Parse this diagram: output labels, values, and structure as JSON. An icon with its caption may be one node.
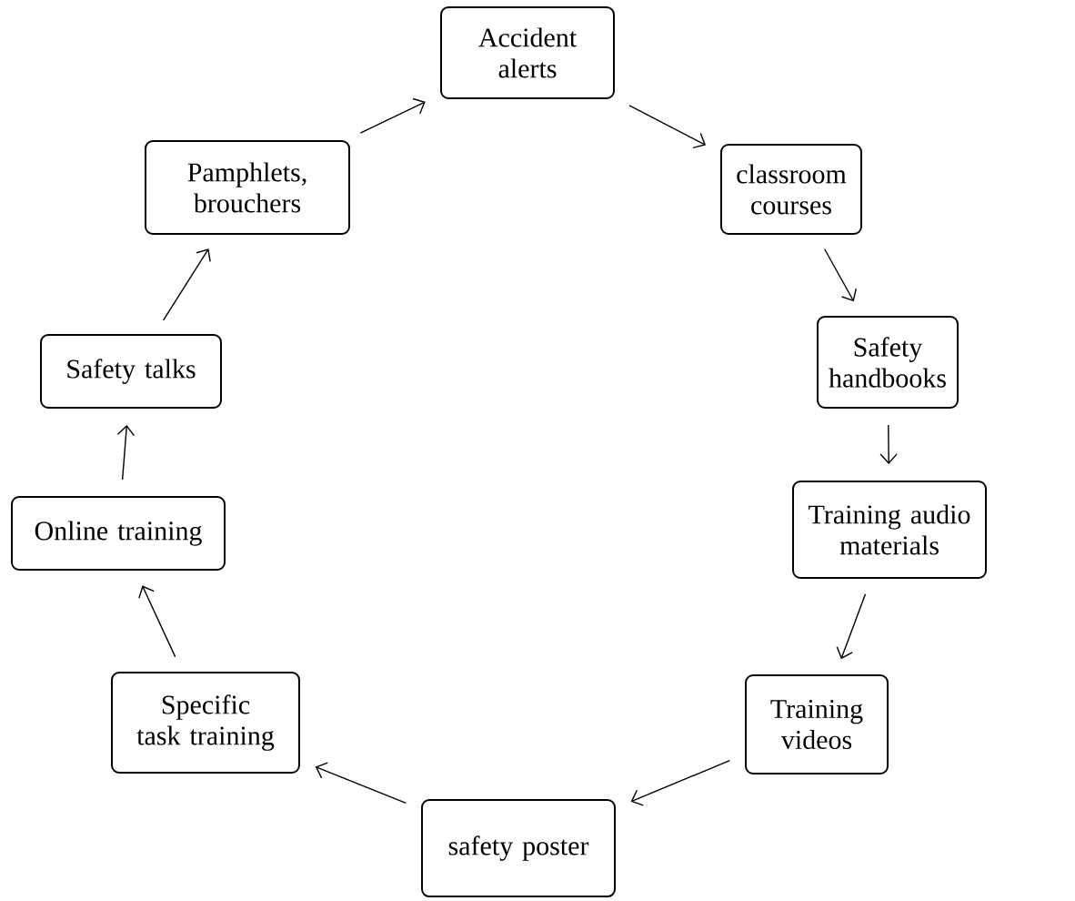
{
  "diagram": {
    "nodes": [
      {
        "text": [
          "Accident alerts"
        ]
      },
      {
        "text": [
          "classroom courses"
        ]
      },
      {
        "text": [
          "Safety handbooks"
        ]
      },
      {
        "text": [
          "Training audio materials"
        ]
      },
      {
        "text": [
          "Training videos"
        ]
      },
      {
        "text": [
          "safety poster"
        ]
      },
      {
        "text": [
          "Specific task training"
        ]
      },
      {
        "text": [
          "Online training"
        ]
      },
      {
        "text": [
          "Safety talks"
        ]
      },
      {
        "text": [
          "Pamphlets, brouchers"
        ]
      }
    ],
    "edges": [
      {
        "from": 0,
        "to": 1,
        "arrow": "to"
      },
      {
        "from": 1,
        "to": 2,
        "arrow": "to"
      },
      {
        "from": 2,
        "to": 3,
        "arrow": "to"
      },
      {
        "from": 3,
        "to": 4,
        "arrow": "to"
      },
      {
        "from": 4,
        "to": 5,
        "arrow": "to"
      },
      {
        "from": 5,
        "to": 6,
        "arrow": "to"
      },
      {
        "from": 6,
        "to": 7,
        "arrow": "to"
      },
      {
        "from": 7,
        "to": 8,
        "arrow": "to"
      },
      {
        "from": 8,
        "to": 9,
        "arrow": "to"
      },
      {
        "from": 9,
        "to": 0,
        "arrow": "to"
      }
    ]
  }
}
